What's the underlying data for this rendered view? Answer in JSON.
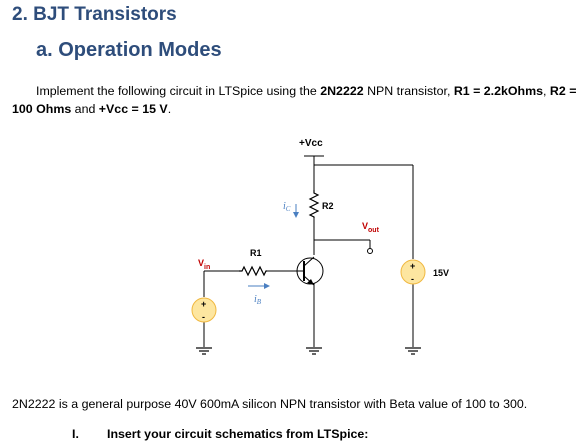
{
  "heading": "2. BJT Transistors",
  "subheading": "a. Operation Modes",
  "intro": {
    "p1": "Implement the following circuit in LTSpice using the ",
    "transistor": "2N2222",
    "p2": " NPN transistor, ",
    "r1": "R1 = 2.2kOhms",
    "p3": ", ",
    "r2": "R2 = 100 Ohms",
    "p4": " and ",
    "vcc": "+Vcc = 15 V",
    "p5": "."
  },
  "circuit": {
    "vcc_label": "+Vcc",
    "r1_label": "R1",
    "r2_label": "R2",
    "vin_main": "V",
    "vin_sub": "in",
    "vout_main": "V",
    "vout_sub": "out",
    "ic_main": "i",
    "ic_sub": "C",
    "ib_main": "i",
    "ib_sub": "B",
    "source_voltage": "15V",
    "plus": "+",
    "minus": "-",
    "colors": {
      "wire": "#000000",
      "source_fill": "#fde6a0",
      "source_stroke": "#f0b840",
      "current_arrow": "#4a7fc1",
      "label_red": "#c00000"
    }
  },
  "body_text": "2N2222 is a general purpose 40V 600mA silicon NPN transistor with Beta value of 100 to 300.",
  "list": {
    "number": "I.",
    "text": "Insert your circuit schematics from LTSpice:"
  }
}
